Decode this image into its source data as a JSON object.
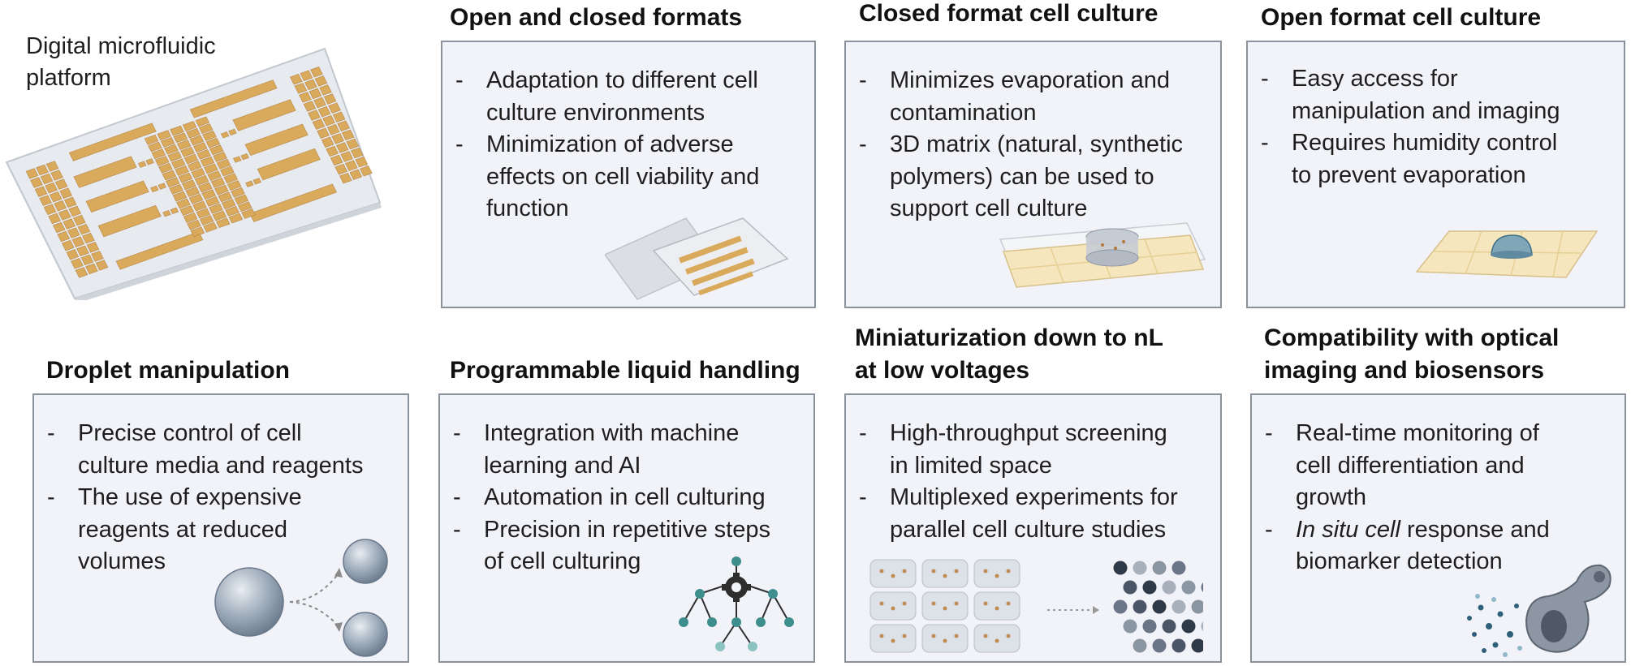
{
  "platform": {
    "label_line1": "Digital microfluidic",
    "label_line2": "platform"
  },
  "panels": [
    {
      "title_lines": [
        "Open and closed formats"
      ],
      "bullets": [
        [
          "Adaptation to different cell",
          "culture environments"
        ],
        [
          "Minimization of adverse",
          "effects on cell viability and",
          "function"
        ]
      ]
    },
    {
      "title_lines": [
        "Closed format cell culture"
      ],
      "bullets": [
        [
          "Minimizes evaporation and",
          "contamination"
        ],
        [
          "3D matrix (natural, synthetic",
          "polymers) can be used to",
          "support cell culture"
        ]
      ]
    },
    {
      "title_lines": [
        "Open format cell culture"
      ],
      "bullets": [
        [
          "Easy access for",
          "manipulation and imaging"
        ],
        [
          "Requires humidity control",
          "to prevent evaporation"
        ]
      ]
    },
    {
      "title_lines": [
        "Droplet manipulation"
      ],
      "bullets": [
        [
          "Precise control of cell",
          "culture media and reagents"
        ],
        [
          "The use of expensive",
          "reagents at reduced",
          "volumes"
        ]
      ]
    },
    {
      "title_lines": [
        "Programmable liquid handling"
      ],
      "bullets": [
        [
          "Integration with machine",
          "learning and AI"
        ],
        [
          "Automation in cell culturing"
        ],
        [
          "Precision in repetitive steps",
          "of cell culturing"
        ]
      ]
    },
    {
      "title_lines": [
        "Miniaturization down to nL",
        "at low voltages"
      ],
      "bullets": [
        [
          "High-throughput screening",
          "in limited space"
        ],
        [
          "Multiplexed experiments for",
          "parallel cell culture studies"
        ]
      ]
    },
    {
      "title_lines": [
        "Compatibility with optical",
        "imaging and biosensors"
      ],
      "bullets": [
        [
          "Real-time monitoring of",
          "cell differentiation and",
          "growth"
        ],
        [
          "In situ cell",
          " response and",
          "biomarker detection"
        ]
      ]
    }
  ],
  "colors": {
    "electrode": "#d9a95c",
    "panel_bg": "#f1f3f8",
    "panel_border": "#8a939c",
    "droplet": "#8f9eb0",
    "node": "#3e8e8e"
  }
}
